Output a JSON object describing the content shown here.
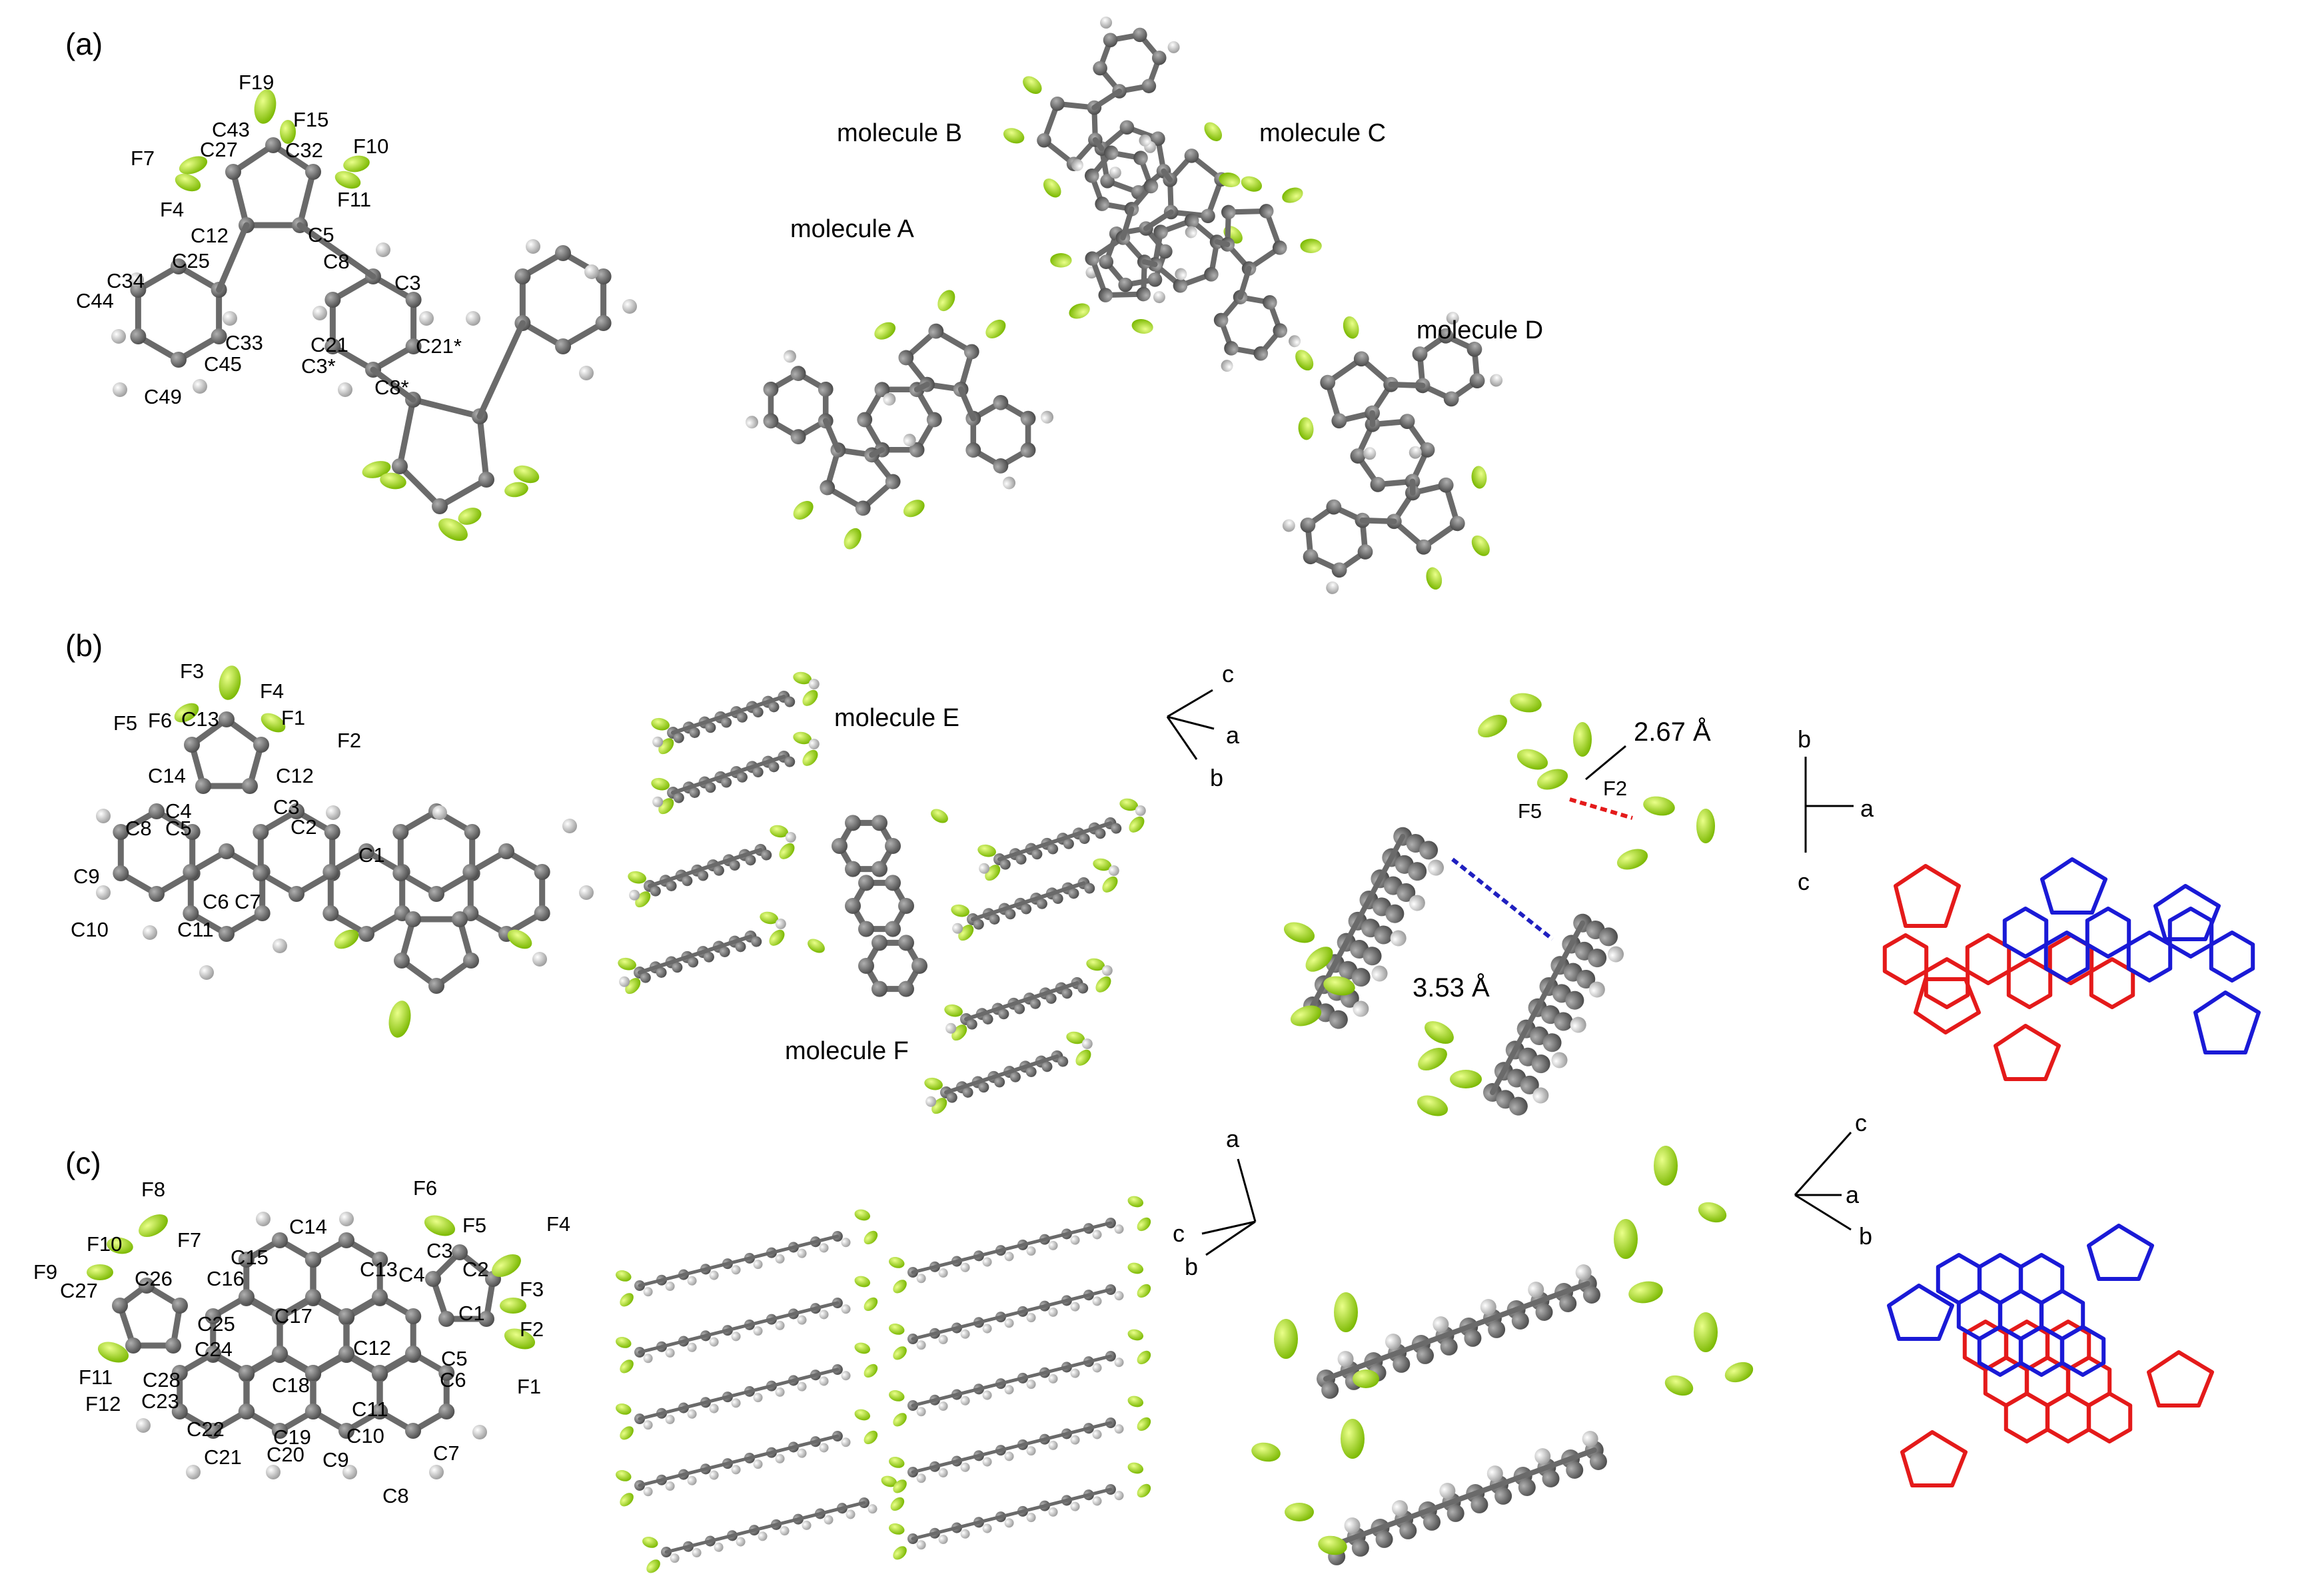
{
  "panels": {
    "a": {
      "letter": "(a)",
      "molecules": [
        "molecule A",
        "molecule B",
        "molecule C",
        "molecule D"
      ],
      "atoms": [
        "F19",
        "F15",
        "C43",
        "F7",
        "C27",
        "C32",
        "F10",
        "F11",
        "F4",
        "C12",
        "C5",
        "C25",
        "C8",
        "C3",
        "C34",
        "C44",
        "C33",
        "C21",
        "C21*",
        "C45",
        "C3*",
        "C8*",
        "C49"
      ]
    },
    "b": {
      "letter": "(b)",
      "molecules": [
        "molecule E",
        "molecule F"
      ],
      "atoms": [
        "F3",
        "F4",
        "F5",
        "F6",
        "C13",
        "F1",
        "F2",
        "C14",
        "C12",
        "C4",
        "C3",
        "C2",
        "C8",
        "C5",
        "C1",
        "C9",
        "C6",
        "C7",
        "C10",
        "C11"
      ],
      "distances": [
        "2.67 Å",
        "3.53 Å"
      ],
      "contact_atoms": [
        "F2",
        "F5"
      ],
      "axes_1": [
        "c",
        "a",
        "b"
      ],
      "axes_2": [
        "b",
        "a",
        "c"
      ]
    },
    "c": {
      "letter": "(c)",
      "atoms": [
        "F8",
        "F6",
        "F10",
        "F7",
        "F5",
        "F4",
        "F9",
        "C15",
        "C14",
        "C3",
        "C26",
        "C16",
        "C13",
        "C4",
        "C2",
        "F3",
        "C27",
        "C17",
        "C25",
        "C1",
        "C12",
        "F2",
        "C24",
        "C5",
        "C28",
        "F11",
        "C18",
        "C6",
        "F1",
        "F12",
        "C23",
        "C11",
        "C22",
        "C19",
        "C10",
        "C7",
        "C21",
        "C20",
        "C9",
        "C8"
      ],
      "axes_1": [
        "a",
        "c",
        "b"
      ],
      "axes_2": [
        "c",
        "a",
        "b"
      ]
    }
  },
  "colors": {
    "carbon": "#6e6e6e",
    "hydrogen": "#c8c8c8",
    "fluorine": "#a8e020",
    "bond": "#6a6a6a",
    "overlay_red": "#e41a1a",
    "overlay_blue": "#1a1ad6",
    "contact_red": "#e41a1a",
    "contact_blue": "#2020c0"
  }
}
